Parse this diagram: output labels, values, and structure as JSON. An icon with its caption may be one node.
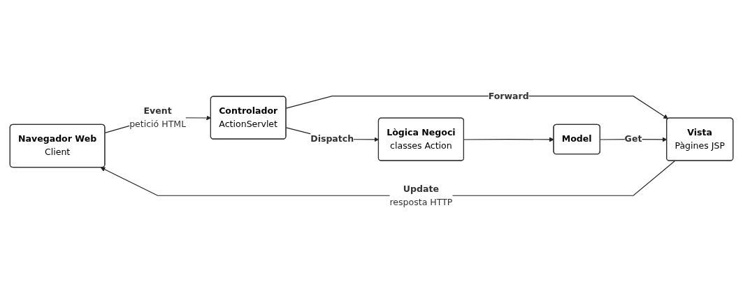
{
  "diagram": {
    "nodes": [
      {
        "text": [
          "Navegador Web",
          "Client"
        ]
      },
      {
        "text": [
          "Controlador",
          "ActionServlet"
        ]
      },
      {
        "text": [
          "Lògica Negoci",
          "classes Action"
        ]
      },
      {
        "text": [
          "Vista",
          "Pàgines JSP"
        ]
      },
      {
        "text": [
          "Model"
        ]
      }
    ],
    "edges": [
      {
        "from": 0,
        "to": 1,
        "arrow": "to",
        "label": "Event"
      },
      {
        "from": 1,
        "to": 2,
        "arrow": "to",
        "label": "Dispatch"
      },
      {
        "from": 1,
        "to": 3,
        "arrow": "to",
        "label": "Forward"
      },
      {
        "from": 2,
        "to": 4,
        "arrow": "to"
      },
      {
        "from": 4,
        "to": 3,
        "arrow": "to",
        "label": "Get"
      },
      {
        "from": 3,
        "to": 0,
        "arrow": "to",
        "label": "Update"
      }
    ],
    "labels": [
      "petició HTML",
      "resposta HTTP"
    ]
  }
}
